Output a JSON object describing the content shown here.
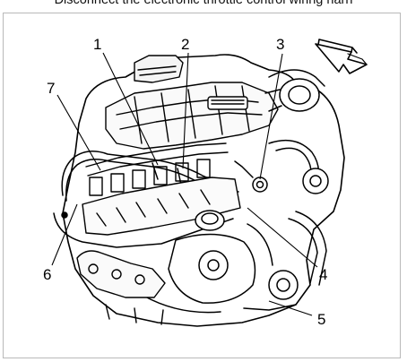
{
  "caption": "Disconnect the electronic throttle control wiring harn",
  "callouts": [
    "1",
    "2",
    "3",
    "4",
    "5",
    "6",
    "7"
  ]
}
